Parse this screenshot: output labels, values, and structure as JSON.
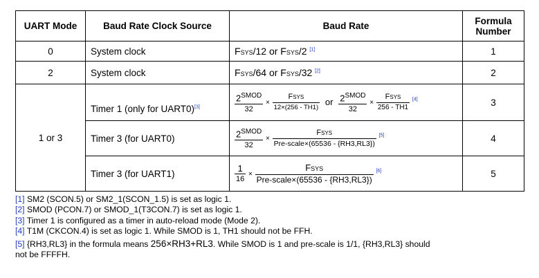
{
  "table": {
    "headers": [
      "UART Mode",
      "Baud Rate Clock Source",
      "Baud Rate",
      "Formula Number"
    ],
    "rows": [
      {
        "mode": "0",
        "source": "System clock",
        "formula_number": "1"
      },
      {
        "mode": "2",
        "source": "System clock",
        "formula_number": "2"
      },
      {
        "mode": "1 or 3",
        "source": "Timer 1 (only for UART0)",
        "source_ref": "[3]",
        "formula_number": "3"
      },
      {
        "source": "Timer 3 (for UART0)",
        "formula_number": "4"
      },
      {
        "source": "Timer 3 (for UART1)",
        "formula_number": "5"
      }
    ],
    "formulas": {
      "f1": {
        "f": "F",
        "sys": "SYS",
        "a": "/12",
        "or": "or",
        "b": "/2",
        "ref": "[1]"
      },
      "f2": {
        "f": "F",
        "sys": "SYS",
        "a": "/64",
        "or": "or",
        "b": "/32",
        "ref": "[2]"
      },
      "f3": {
        "two": "2",
        "smod": "SMOD",
        "d32": "32",
        "times": "×",
        "fsys": "F",
        "sys": "SYS",
        "den1": "12×(256 - TH1)",
        "or": "or",
        "den2": "256 - TH1",
        "ref": "[4]"
      },
      "f4": {
        "two": "2",
        "smod": "SMOD",
        "d32": "32",
        "times": "×",
        "fsys": "F",
        "sys": "SYS",
        "den": "Pre-scale×(65536 - {RH3,RL3})",
        "ref": "[5]"
      },
      "f5": {
        "one": "1",
        "d16": "16",
        "times": "×",
        "fsys": "F",
        "sys": "SYS",
        "den": "Pre-scale×(65536 - {RH3,RL3})",
        "ref": "[6]"
      }
    }
  },
  "notes": [
    {
      "ref": "[1]",
      "text": " SM2 (SCON.5) or SM2_1(SCON_1.5) is set as logic 1."
    },
    {
      "ref": "[2]",
      "text": " SMOD (PCON.7) or SMOD_1(T3CON.7) is set as logic 1."
    },
    {
      "ref": "[3]",
      "text": " Timer 1 is configured as a timer in auto-reload mode (Mode 2)."
    },
    {
      "ref": "[4]",
      "text": " T1M (CKCON.4) is set as logic 1. While SMOD is 1, TH1 should not be FFH."
    },
    {
      "ref": "[5]",
      "text_a": " {RH3,RL3} in the formula means ",
      "formula": "256×RH3+RL3",
      "text_b": ". While SMOD is 1 and pre-scale is 1/1, {RH3,RL3} should",
      "text_c": "not be FFFFH."
    }
  ]
}
